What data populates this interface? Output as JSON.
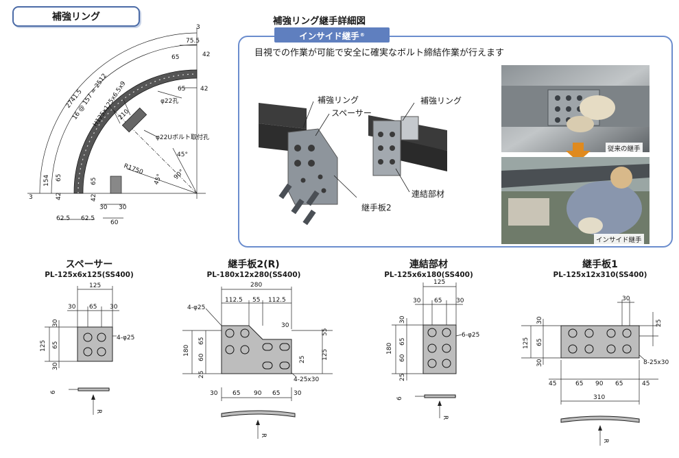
{
  "title_tag": "補強リング",
  "detail": {
    "title": "補強リング継手詳細図",
    "badge": "インサイド継手",
    "badge_mark": "®",
    "lead": "目視での作業が可能で安全に確実なボルト締結作業が行えます",
    "labels": {
      "ring_left": "補強リング",
      "spacer": "スペーサー",
      "ring_right": "補強リング",
      "joint_plate": "継手板2",
      "connector": "連結部材"
    },
    "photo_top_caption": "従来の継手",
    "photo_bottom_caption": "インサイド継手"
  },
  "ring_drawing": {
    "labels": {
      "d3_top": "3",
      "d75": "75.5",
      "d42a": "42",
      "d65a": "65",
      "d65b": "65",
      "d42b": "42",
      "arc_outer": "2741.5",
      "arc_inner": "16 @ 157 = 2512",
      "section": "H125x125x6.5x9",
      "hole22": "φ22孔",
      "d210": "210",
      "bolt_hole": "φ22Uボルト取付孔",
      "radius": "R1750",
      "ang45a": "45°",
      "ang45b": "45°",
      "ang90": "90°",
      "d3_left": "3",
      "d154": "154",
      "d65c": "65",
      "d42c": "42",
      "d65d": "65",
      "d42d": "42",
      "d30a": "30",
      "d30b": "30",
      "d60": "60",
      "d625a": "62.5",
      "d625b": "62.5"
    }
  },
  "parts": [
    {
      "name": "スペーサー",
      "spec": "PL-125x6x125(SS400)",
      "labels": {
        "w": "125",
        "c1": "30",
        "c2": "65",
        "c3": "30",
        "h": "125",
        "r1": "30",
        "r2": "65",
        "r3": "30",
        "holes": "4-φ25",
        "thk": "6",
        "r": "R"
      }
    },
    {
      "name": "継手板2(R)",
      "spec": "PL-180x12x280(SS400)",
      "labels": {
        "w": "280",
        "a": "112.5",
        "b": "55",
        "c": "112.5",
        "holes": "4-φ25",
        "c30": "30",
        "h": "180",
        "r65": "65",
        "r60": "60",
        "r25": "25",
        "n55": "55",
        "n125": "125",
        "n25": "25",
        "slots": "4-25x30",
        "b1": "30",
        "b2": "65",
        "b3": "90",
        "b4": "65",
        "b5": "30",
        "r": "R"
      }
    },
    {
      "name": "連結部材",
      "spec": "PL-125x6x180(SS400)",
      "labels": {
        "w": "125",
        "c1": "30",
        "c2": "65",
        "c3": "30",
        "h": "180",
        "r1": "30",
        "r2": "65",
        "r3": "60",
        "r4": "25",
        "holes": "6-φ25",
        "thk": "6",
        "r": "R"
      }
    },
    {
      "name": "継手板1",
      "spec": "PL-125x12x310(SS400)",
      "labels": {
        "c30": "30",
        "n25": "25",
        "h": "125",
        "r30a": "30",
        "r65": "65",
        "r30b": "30",
        "slots": "8-25x30",
        "b1": "45",
        "b2": "65",
        "b3": "90",
        "b4": "65",
        "b5": "45",
        "w": "310",
        "r": "R"
      }
    }
  ]
}
